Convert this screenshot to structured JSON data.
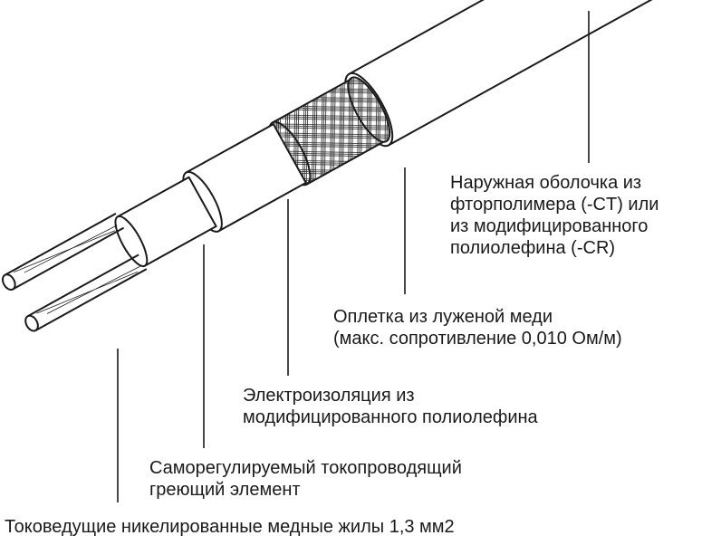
{
  "labels": {
    "jacket": [
      "Наружная оболочка из",
      "фторполимера (-CT) или",
      "из модифицированного",
      "полиолефина (-CR)"
    ],
    "braid": [
      "Оплетка из луженой меди",
      "(макс. сопротивление 0,010 Ом/м)"
    ],
    "insulation": [
      "Электроизоляция из",
      "модифицированного полиолефина"
    ],
    "heating_element": [
      "Саморегулируемый токопроводящий",
      "греющий элемент"
    ],
    "conductors": [
      "Токоведущие никелированные медные жилы 1,3 мм2"
    ]
  }
}
